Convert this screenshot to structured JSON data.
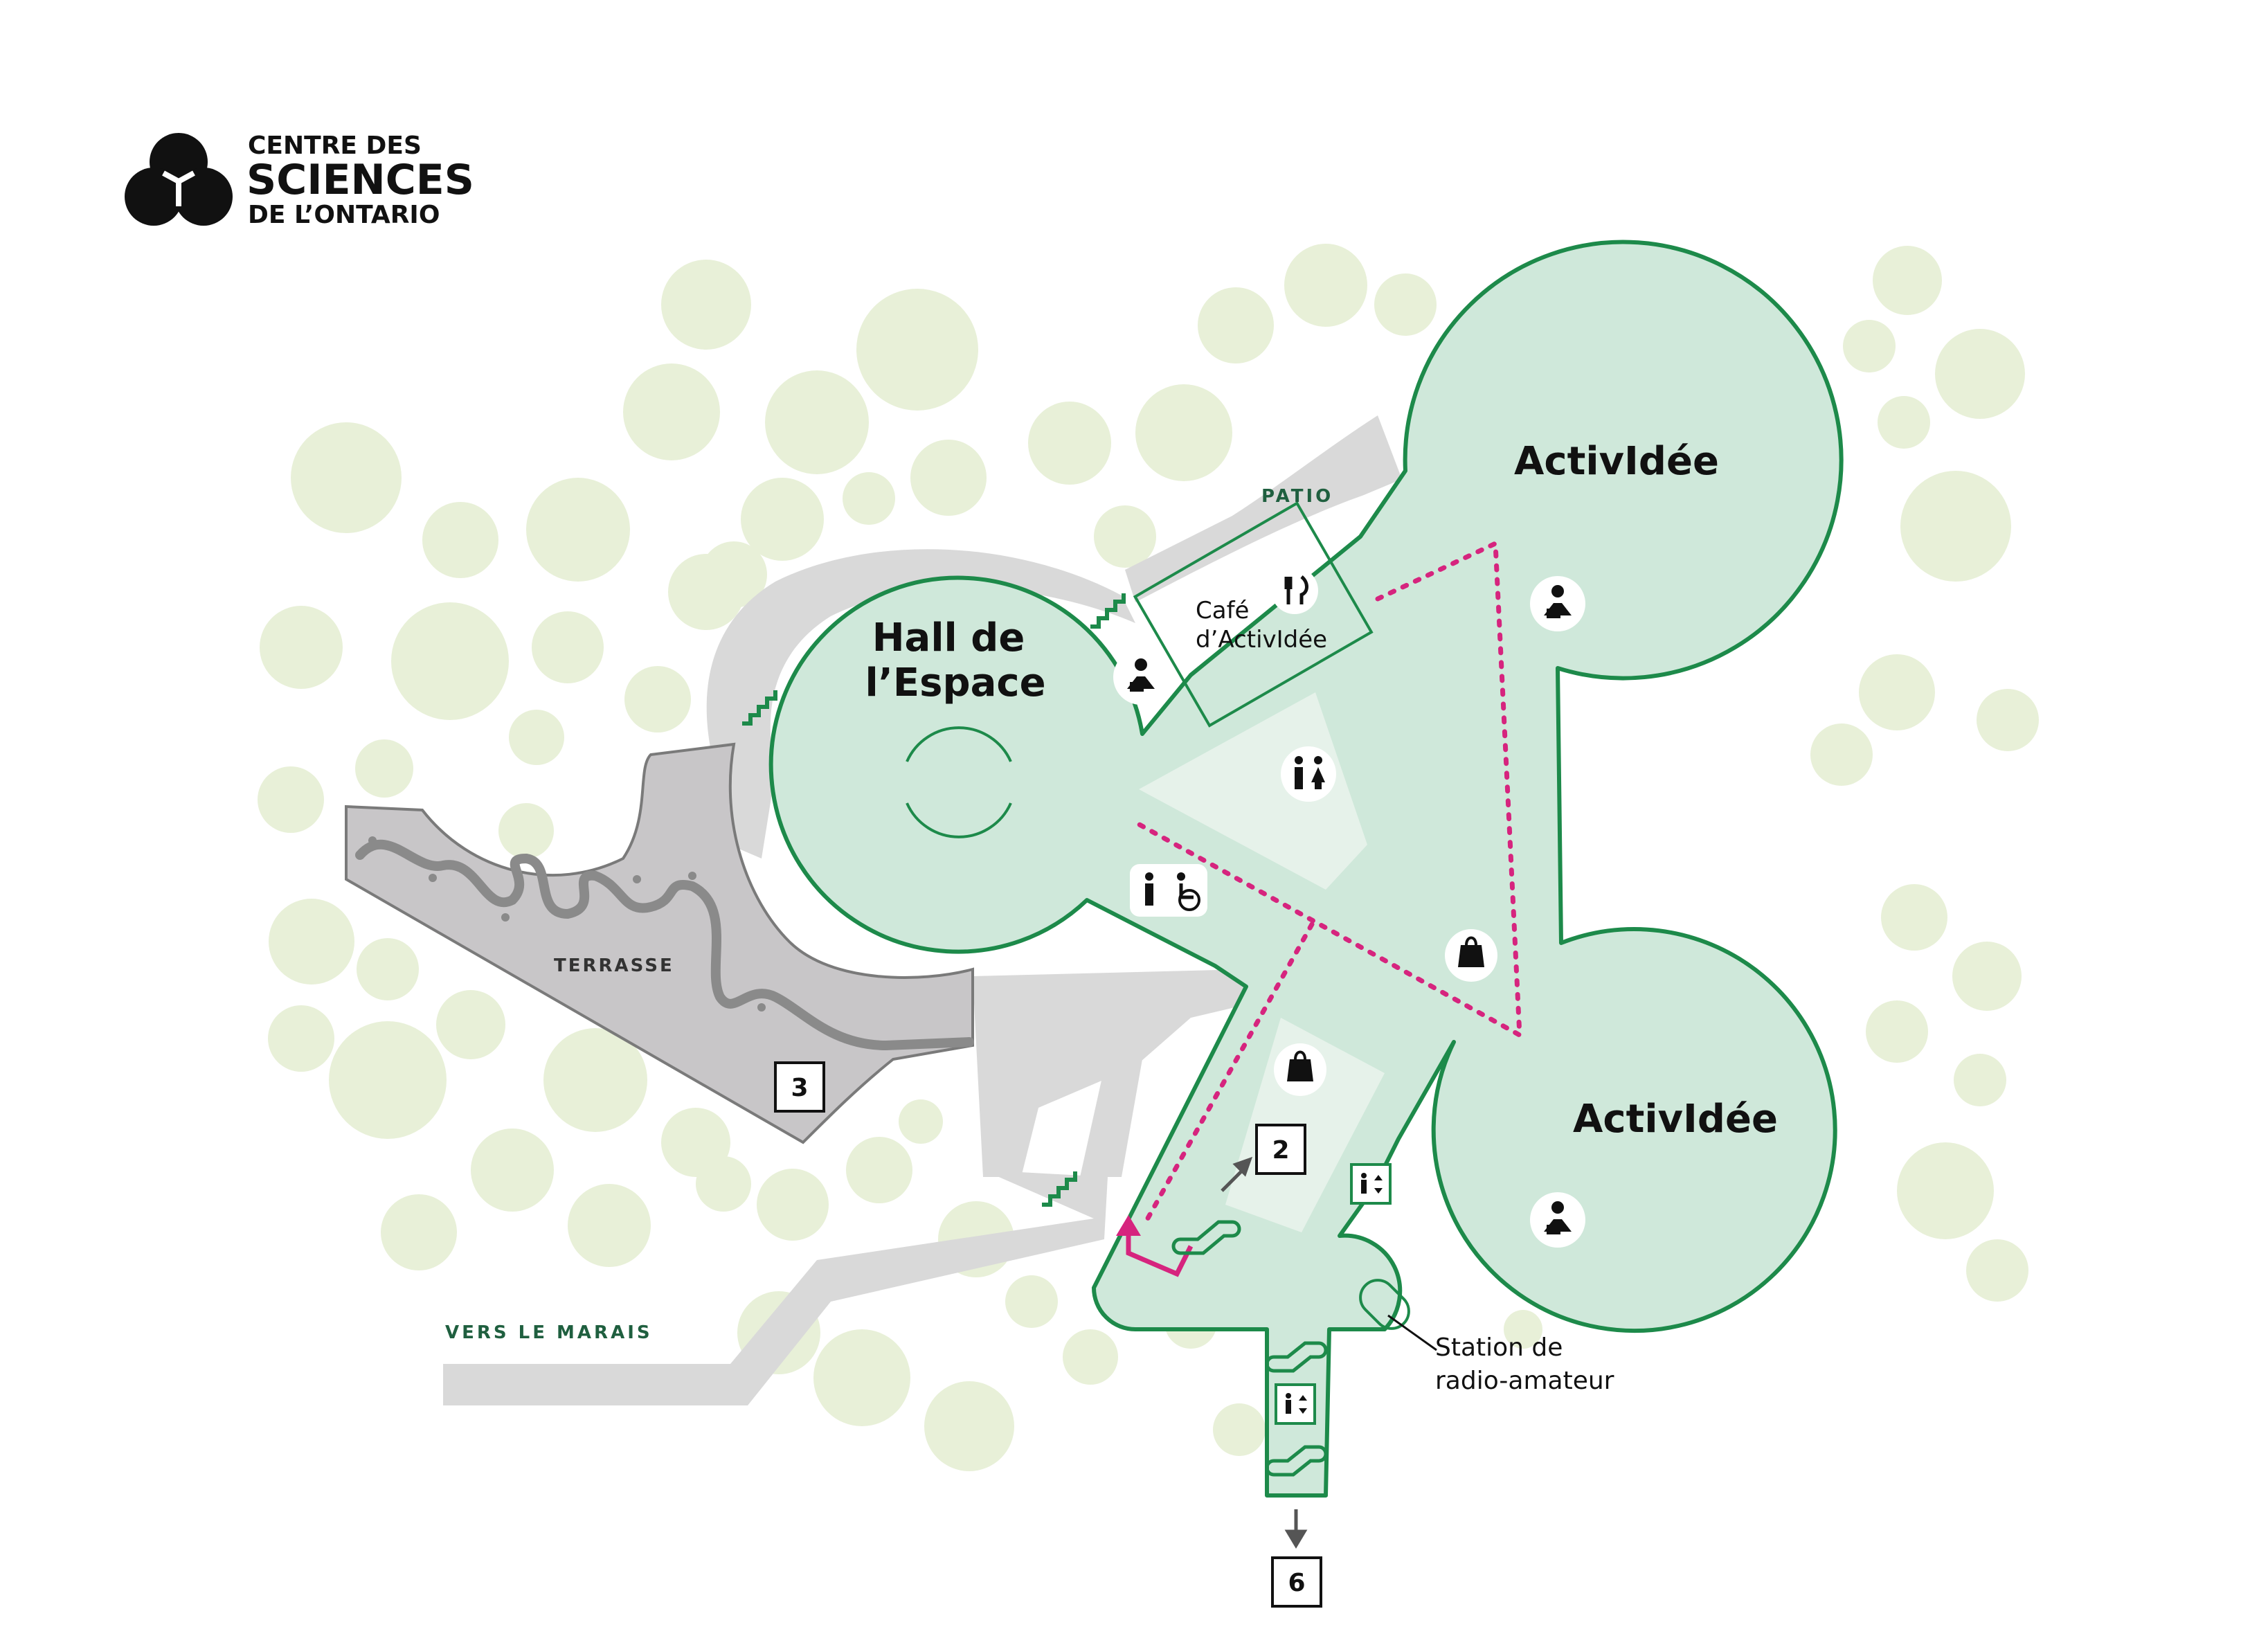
{
  "logo": {
    "line1": "CENTRE DES",
    "line2": "SCIENCES",
    "line3": "DE L’ONTARIO"
  },
  "areas": {
    "hall_title_line1": "Hall de",
    "hall_title_line2": "l’Espace",
    "activ_top": "ActivIdée",
    "activ_bottom": "ActivIdée",
    "cafe_line1": "Café",
    "cafe_line2": "d’ActivIdée",
    "patio": "PATIO",
    "terrasse": "TERRASSE",
    "vers_marais": "VERS LE MARAIS",
    "station_line1": "Station de",
    "station_line2": "radio-amateur"
  },
  "level_markers": [
    "3",
    "2",
    "6"
  ],
  "icons": [
    "staff-icon",
    "fork-knife-icon",
    "restroom-icon",
    "accessible-restroom-icon",
    "gift-bag-icon",
    "elevator-icon",
    "escalator-icon",
    "stairs-icon",
    "you-are-here-arrow"
  ],
  "colors": {
    "building_fill": "#cfe8da",
    "building_stroke": "#1d8a4a",
    "building_light": "#e3f1e8",
    "path_grey": "#d9d9d9",
    "terrace_grey": "#c8c6c8",
    "tree_green": "#e8f0d8",
    "route_magenta": "#d6247e"
  }
}
